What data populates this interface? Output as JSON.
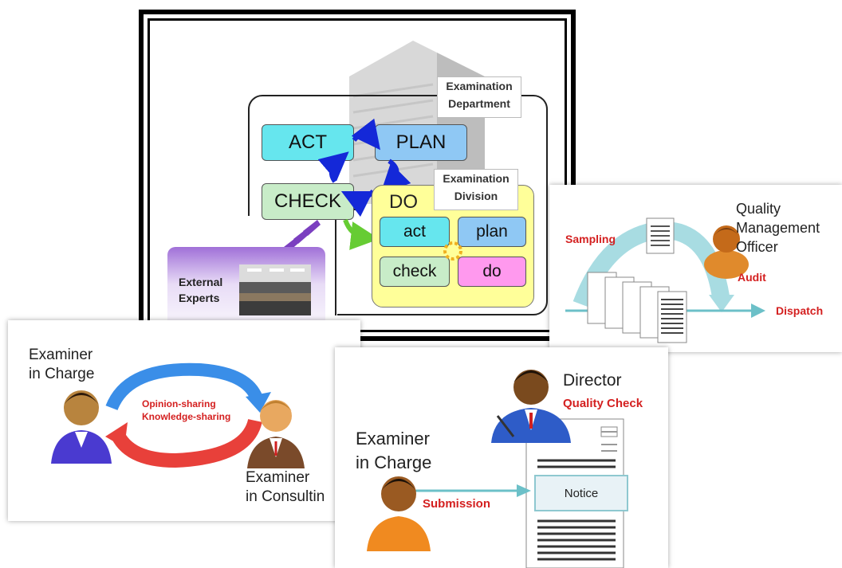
{
  "top_panel": {
    "dept_label_line1": "Examination",
    "dept_label_line2": "Department",
    "div_label_line1": "Examination",
    "div_label_line2": "Division",
    "act": "ACT",
    "plan": "PLAN",
    "check": "CHECK",
    "do": "DO",
    "small_act": "act",
    "small_plan": "plan",
    "small_check": "check",
    "small_do": "do",
    "experts_line1": "External",
    "experts_line2": "Experts"
  },
  "qmo_panel": {
    "title_line1": "Quality",
    "title_line2": "Management",
    "title_line3": "Officer",
    "sampling": "Sampling",
    "audit": "Audit",
    "dispatch": "Dispatch"
  },
  "consult_panel": {
    "examiner_line1": "Examiner",
    "examiner_line2": "in Charge",
    "opinion": "Opinion-sharing",
    "knowledge": "Knowledge-sharing",
    "consult_line1": "Examiner",
    "consult_line2": "in Consultin"
  },
  "director_panel": {
    "director": "Director",
    "quality_check": "Quality Check",
    "examiner_line1": "Examiner",
    "examiner_line2": "in Charge",
    "submission": "Submission",
    "notice": "Notice"
  },
  "colors": {
    "act": "#66e6ee",
    "plan": "#8fc8f4",
    "check": "#c8ecc8",
    "do_bg": "#ffff99",
    "do_small": "#ff99ee",
    "arrow_blue": "#1428d8",
    "accent_red": "#d42020",
    "teal_arrow": "#6cc0c8"
  }
}
